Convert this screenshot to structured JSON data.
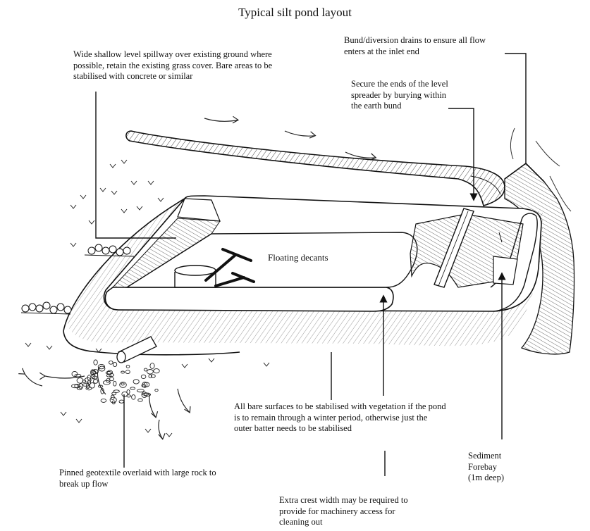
{
  "title": "Typical silt pond layout",
  "labels": {
    "spillway": [
      "Wide shallow level spillway over existing ground where",
      "possible, retain the existing grass cover. Bare areas to be",
      "stabilised with concrete or similar"
    ],
    "bund": [
      "Bund/diversion drains to ensure all flow",
      "enters at the inlet end"
    ],
    "secure_ends": [
      "Secure the ends of the level",
      "spreader by burying within",
      "the earth bund"
    ],
    "floating_decants": "Floating decants",
    "bare_surfaces": [
      "All bare surfaces to be stabilised with vegetation if the pond",
      "is to remain through a winter period, otherwise just the",
      "outer batter needs to be stabilised"
    ],
    "sediment_forebay": [
      "Sediment",
      "Forebay",
      "(1m deep)"
    ],
    "geotextile": [
      "Pinned geotextile overlaid with large rock to",
      "break up flow"
    ],
    "crest_width": [
      "Extra crest width may be required to",
      "provide for machinery access for",
      "cleaning out"
    ]
  }
}
